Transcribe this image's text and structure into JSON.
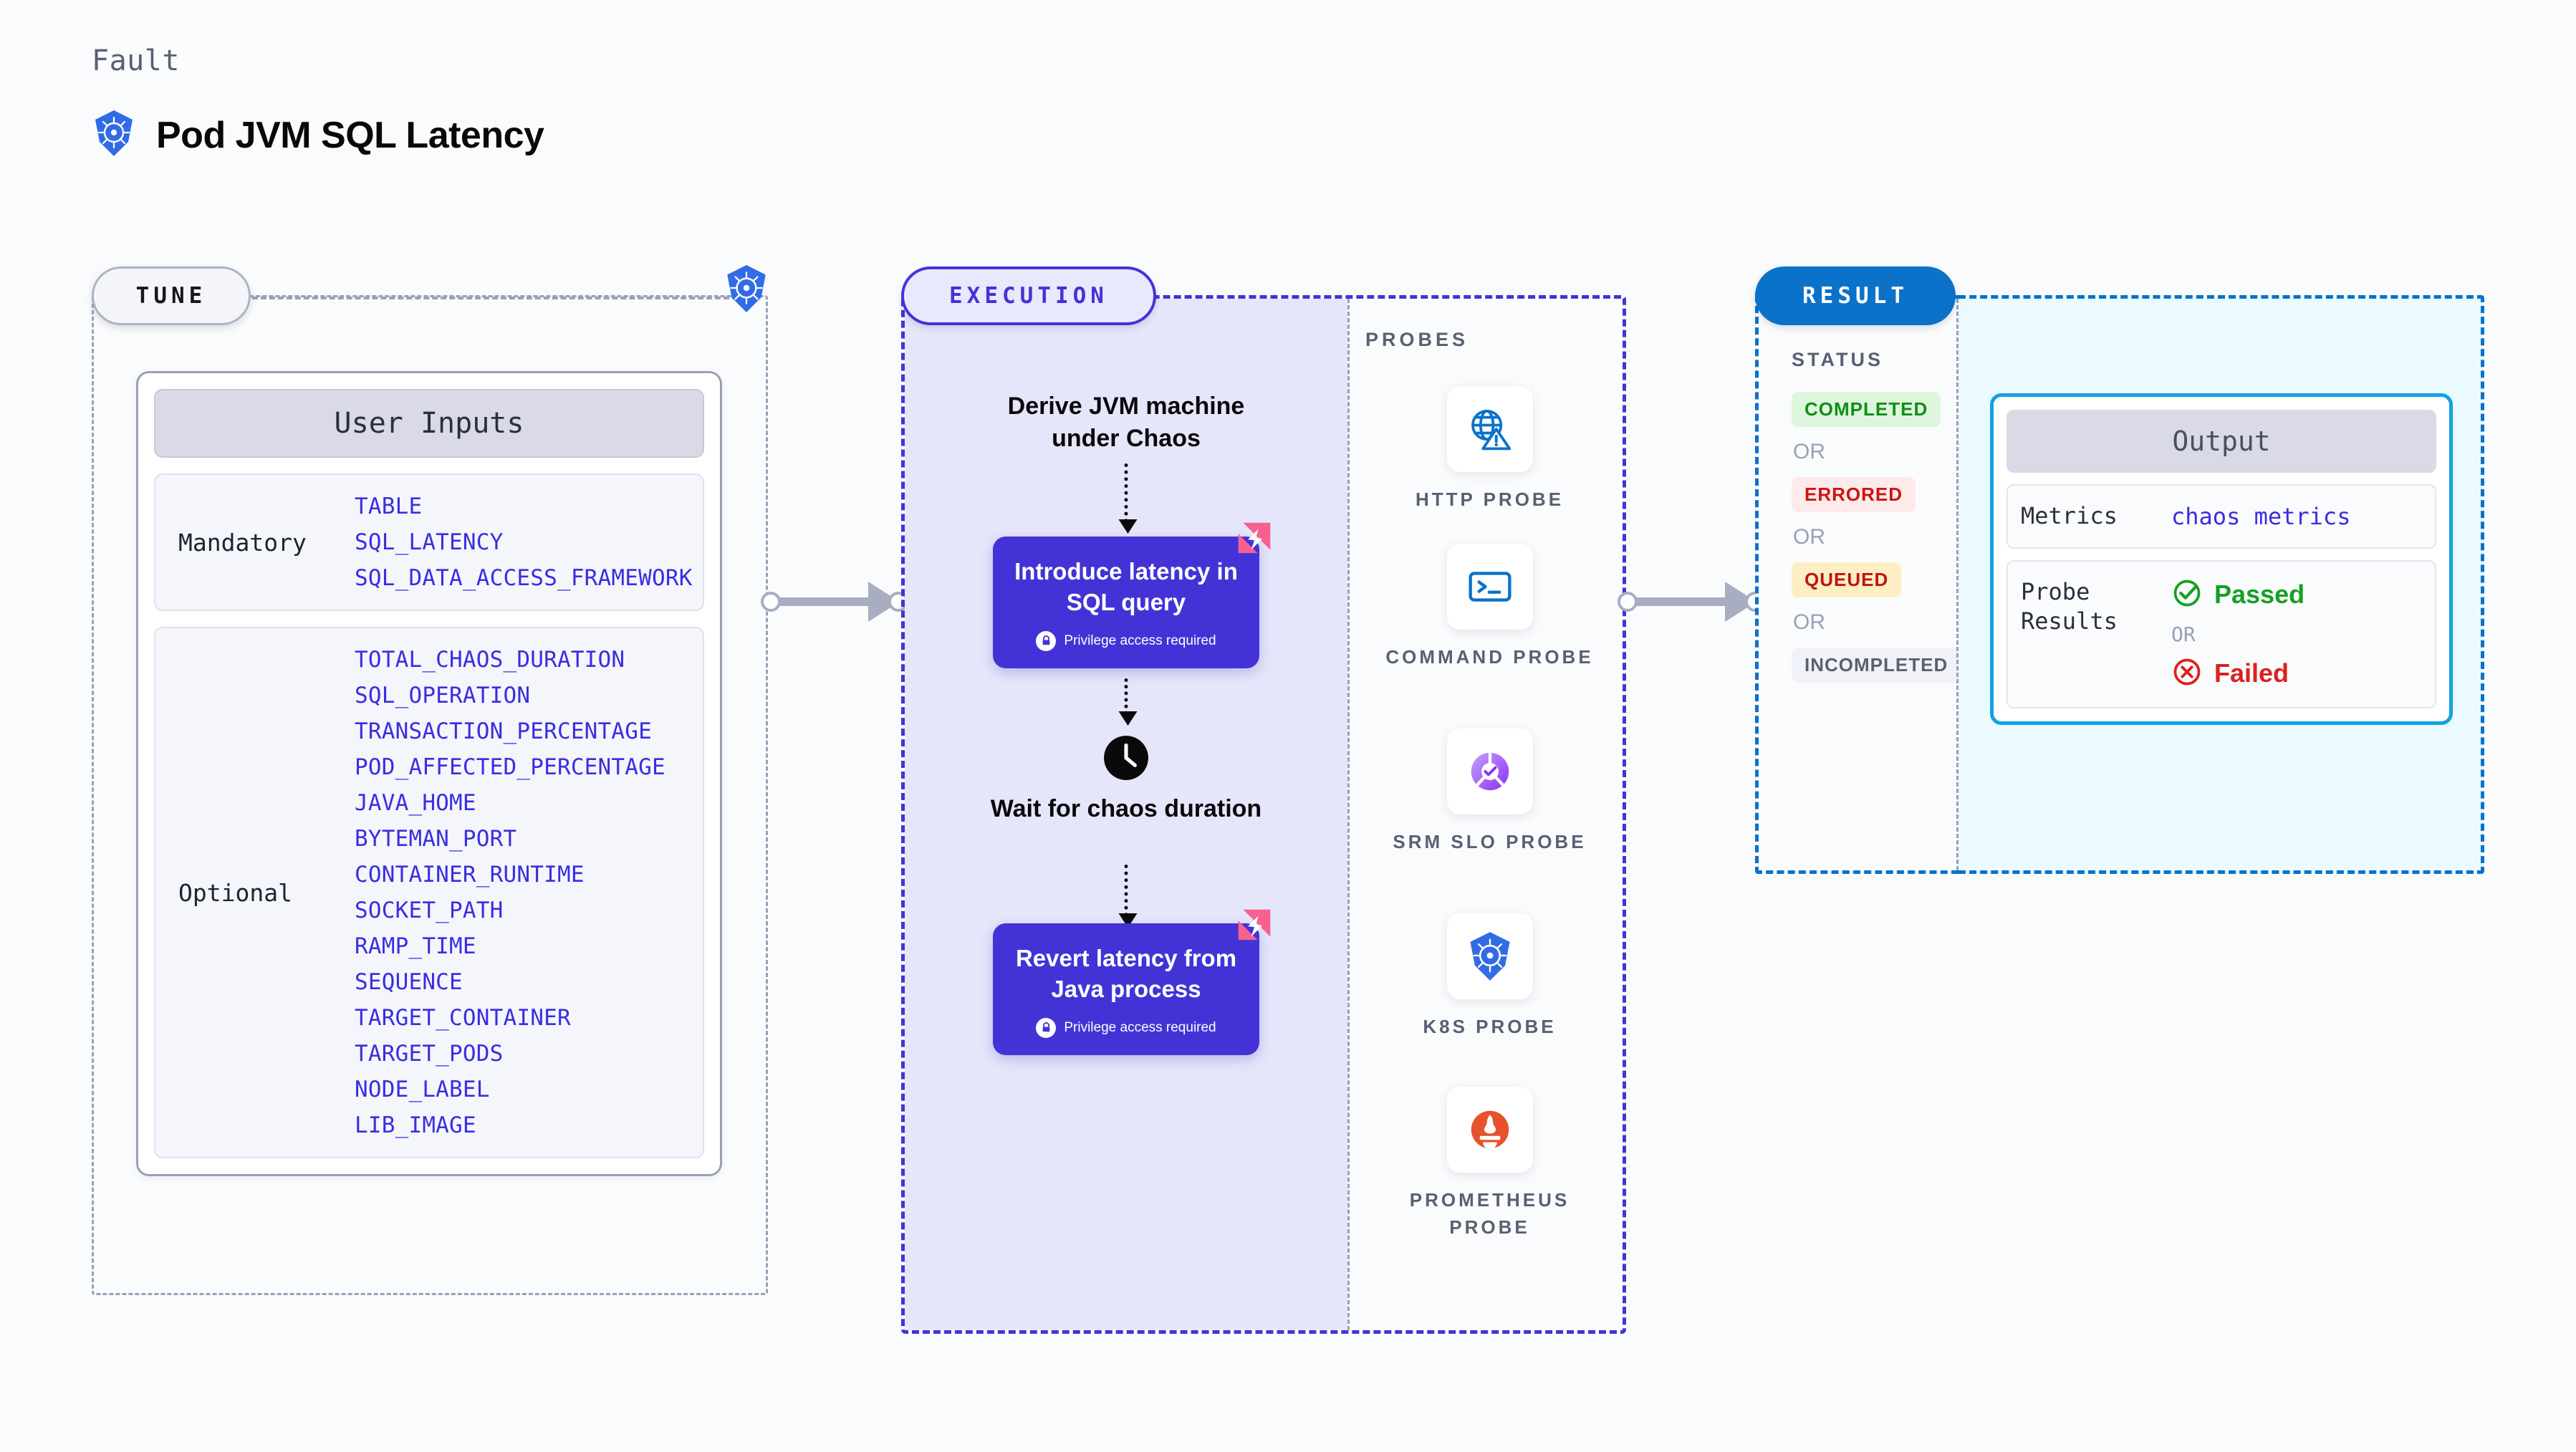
{
  "header": {
    "eyebrow": "Fault",
    "title": "Pod JVM SQL Latency",
    "icon": "kubernetes-icon"
  },
  "sections": {
    "tune": {
      "pill_label": "TUNE"
    },
    "execution": {
      "pill_label": "EXECUTION",
      "probes_label": "PROBES"
    },
    "result": {
      "pill_label": "RESULT",
      "status_label": "STATUS"
    }
  },
  "user_inputs": {
    "header": "User Inputs",
    "groups": [
      {
        "label": "Mandatory",
        "params": [
          "TABLE",
          "SQL_LATENCY",
          "SQL_DATA_ACCESS_FRAMEWORK"
        ]
      },
      {
        "label": "Optional",
        "params": [
          "TOTAL_CHAOS_DURATION",
          "SQL_OPERATION",
          "TRANSACTION_PERCENTAGE",
          "POD_AFFECTED_PERCENTAGE",
          "JAVA_HOME",
          "BYTEMAN_PORT",
          "CONTAINER_RUNTIME",
          "SOCKET_PATH",
          "RAMP_TIME",
          "SEQUENCE",
          "TARGET_CONTAINER",
          "TARGET_PODS",
          "NODE_LABEL",
          "LIB_IMAGE"
        ]
      }
    ]
  },
  "execution_flow": {
    "step1_text": "Derive JVM machine under Chaos",
    "step2_title": "Introduce latency in SQL query",
    "step2_privilege": "Privilege access required",
    "step3_text": "Wait for chaos duration",
    "step3_icon": "clock-icon",
    "step4_title": "Revert latency from Java process",
    "step4_privilege": "Privilege access required",
    "chaos_mark_icon": "litmus-chaos-icon",
    "lock_icon": "lock-icon"
  },
  "probes": [
    {
      "name": "HTTP PROBE",
      "icon": "globe-warning-icon"
    },
    {
      "name": "COMMAND PROBE",
      "icon": "terminal-icon"
    },
    {
      "name": "SRM SLO PROBE",
      "icon": "srm-slo-icon"
    },
    {
      "name": "K8S PROBE",
      "icon": "kubernetes-icon"
    },
    {
      "name": "PROMETHEUS PROBE",
      "icon": "prometheus-icon"
    }
  ],
  "result_status": {
    "or_text": "OR",
    "badges": [
      {
        "text": "COMPLETED",
        "bg": "#ddf6dd",
        "fg": "#0f8f16"
      },
      {
        "text": "ERRORED",
        "bg": "#fdeaea",
        "fg": "#cc1414"
      },
      {
        "text": "QUEUED",
        "bg": "#fdeec3",
        "fg": "#c01313"
      },
      {
        "text": "INCOMPLETED",
        "bg": "#f1f2f7",
        "fg": "#5a5f72"
      }
    ]
  },
  "output": {
    "header": "Output",
    "metrics_key": "Metrics",
    "metrics_value": "chaos metrics",
    "probe_results_key": "Probe Results",
    "passed_text": "Passed",
    "failed_text": "Failed",
    "or_text": "OR",
    "passed_icon": "check-circle-icon",
    "failed_icon": "x-circle-icon"
  },
  "colors": {
    "accent_purple": "#4333d6",
    "accent_blue": "#0a72c9",
    "param_blue": "#3a2ee0",
    "chaos_pink": "#f8608f",
    "pass_green": "#16a022",
    "fail_red": "#dc2020"
  }
}
